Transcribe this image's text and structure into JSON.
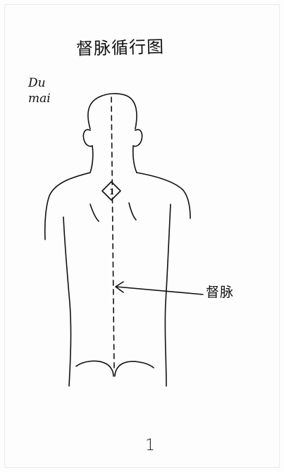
{
  "diagram": {
    "title": "督脉循行图",
    "label_line1": "Du",
    "label_line2": "mai",
    "meridian_label": "督脉",
    "point_marker_text": "1",
    "page_number": "1"
  },
  "colors": {
    "ink": "#111111",
    "paper": "#fdfdfd"
  }
}
